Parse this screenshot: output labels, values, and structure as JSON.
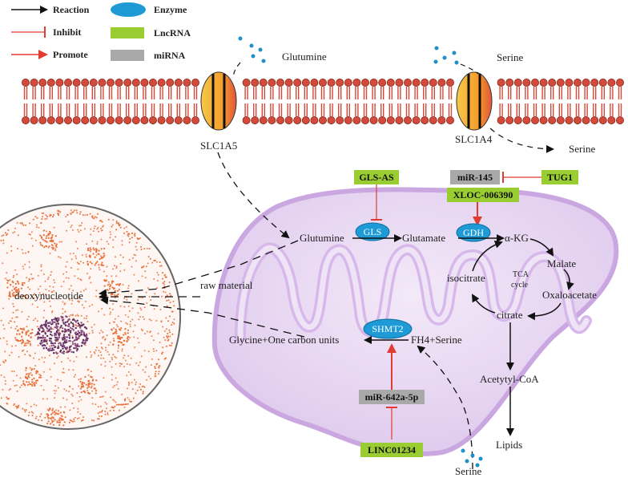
{
  "legend": {
    "reaction": "Reaction",
    "inhibit": "Inhibit",
    "promote": "Promote",
    "enzyme": "Enzyme",
    "lncrna": "LncRNA",
    "mirna": "miRNA"
  },
  "membrane": {
    "transporter_left": "SLC1A5",
    "transporter_right": "SLC1A4",
    "outside_left": "Glutumine",
    "outside_right": "Serine",
    "exit_right": "Serine"
  },
  "regulators": {
    "gls_as": "GLS-AS",
    "mir145": "miR-145",
    "tug1": "TUG1",
    "xloc": "XLOC-006390",
    "mir642": "miR-642a-5p",
    "linc": "LINC01234"
  },
  "enzymes": {
    "gls": "GLS",
    "gdh": "GDH",
    "shmt2": "SHMT2"
  },
  "metabolites": {
    "glutumine": "Glutumine",
    "glutamate": "Glutamate",
    "akg": "α-KG",
    "malate": "Malate",
    "oxaloacetate": "Oxaloacetate",
    "citrate": "citrate",
    "isocitrate": "isocitrate",
    "tca1": "TCA",
    "tca2": "cycle",
    "acetyl": "Acetytyl-CoA",
    "lipids": "Lipids",
    "fh4": "FH4+Serine",
    "glycine": "Glycine+One carbon units",
    "raw": "raw material",
    "deoxy": "deoxynucleotide",
    "serine_bottom": "Serine"
  },
  "colors": {
    "lncrna": "#9acd32",
    "mirna": "#a9a9a9",
    "enzyme": "#1e9bd7",
    "promote": "#e03c31",
    "inhibit": "#e03c31",
    "mito_fill": "#e6d5f0",
    "mito_stroke": "#c9a9e0",
    "membrane": "#d44a3a",
    "transporter": "#f5a623",
    "nucleus_dot": "#e8703a"
  }
}
